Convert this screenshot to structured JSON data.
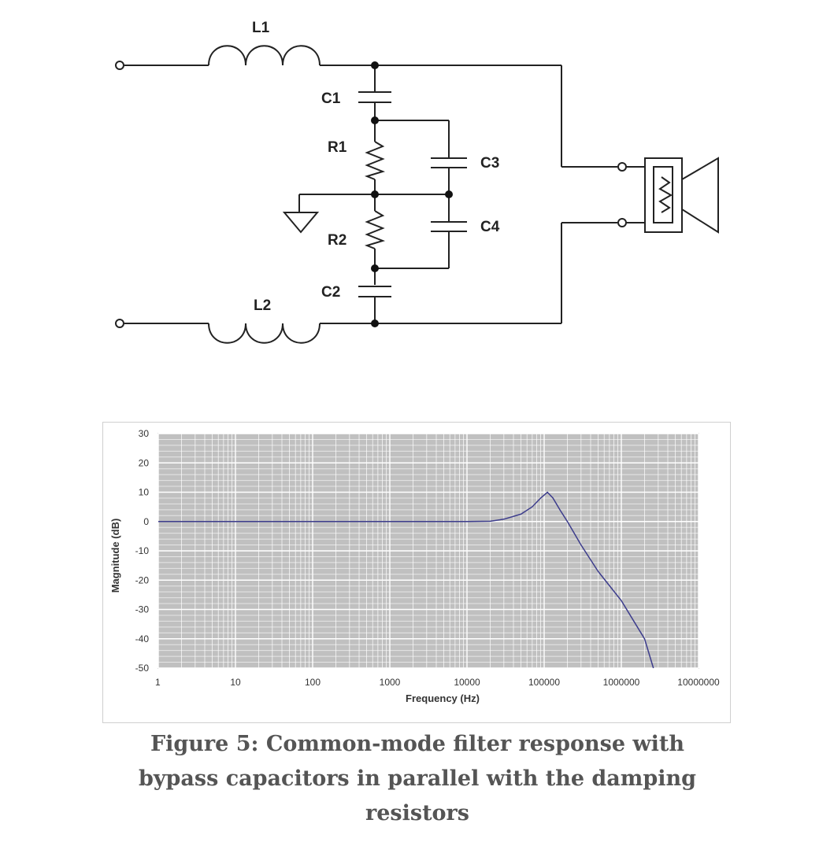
{
  "schematic": {
    "labels": {
      "L1": "L1",
      "L2": "L2",
      "C1": "C1",
      "C2": "C2",
      "C3": "C3",
      "C4": "C4",
      "R1": "R1",
      "R2": "R2"
    },
    "wire_color": "#222222"
  },
  "chart_data": {
    "type": "line",
    "x_scale": "log",
    "xlim": [
      1,
      10000000
    ],
    "ylim": [
      -50,
      30
    ],
    "x_ticks": [
      "1",
      "10",
      "100",
      "1000",
      "10000",
      "100000",
      "1000000",
      "10000000"
    ],
    "y_ticks": [
      "30",
      "20",
      "10",
      "0",
      "-10",
      "-20",
      "-30",
      "-40",
      "-50"
    ],
    "xlabel": "Frequency (Hz)",
    "ylabel": "Magnitude (dB)",
    "grid": true,
    "plot_background": "#c0c0c0",
    "line_color": "#3c3c8c",
    "series": [
      {
        "x": [
          1,
          10,
          100,
          1000,
          10000,
          20000,
          30000,
          50000,
          70000,
          90000,
          110000,
          130000,
          160000,
          200000,
          300000,
          500000,
          1000000,
          2000000,
          2600000
        ],
        "y": [
          0,
          0,
          0,
          0,
          0,
          0.1,
          0.8,
          2.5,
          5,
          8,
          10,
          8,
          4,
          0,
          -8,
          -17,
          -27,
          -40,
          -50
        ]
      }
    ]
  },
  "caption": {
    "line1": "Figure 5: Common-mode filter response with",
    "line2": "bypass capacitors in parallel with the damping",
    "line3": "resistors"
  }
}
